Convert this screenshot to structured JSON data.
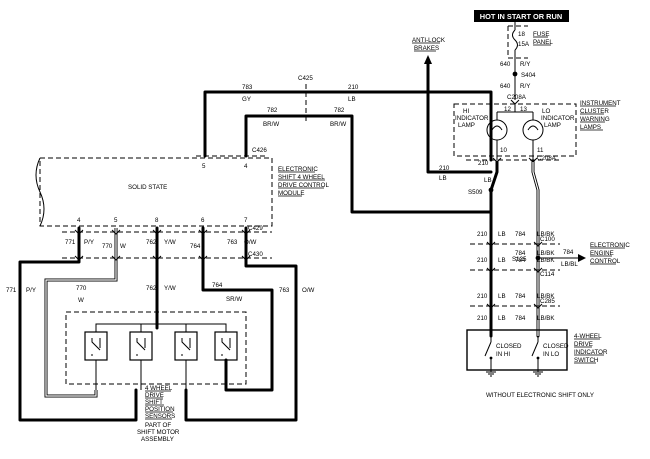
{
  "hot_banner": "HOT IN START OR RUN",
  "fuse": {
    "number": "18",
    "amps": "15A",
    "label_line1": "FUSE",
    "label_line2": "PANEL"
  },
  "wires_top": {
    "w640a": "640",
    "ry_a": "R/Y",
    "splice_s404": "S404",
    "w640b": "640",
    "ry_b": "R/Y",
    "conn_c208a_top": "C208A"
  },
  "anti_lock": {
    "line1": "ANTI-LOCK",
    "line2": "BRAKES"
  },
  "cluster": {
    "label_line1": "INSTRUMENT",
    "label_line2": "CLUSTER",
    "label_line3": "WARNING",
    "label_line4": "LAMPS",
    "hi_line1": "HI",
    "hi_line2": "INDICATOR",
    "hi_line3": "LAMP",
    "lo_line1": "LO",
    "lo_line2": "INDICATOR",
    "lo_line3": "LAMP",
    "pin12": "12",
    "pin13": "13",
    "pin10": "10",
    "pin11": "11",
    "conn_c208a_bottom": "C208A"
  },
  "harness": {
    "c425": "C425",
    "w783": "783",
    "gy": "GY",
    "w210_top": "210",
    "lb_top": "LB",
    "w782a": "782",
    "brw_a": "BR/W",
    "w782b": "782",
    "brw_b": "BR/W",
    "c426": "C426",
    "pin5_top": "5",
    "pin4_top": "4"
  },
  "module": {
    "label": "SOLID STATE",
    "name_line1": "ELECTRONIC",
    "name_line2": "SHIFT 4 WHEEL",
    "name_line3": "DRIVE CONTROL",
    "name_line4": "MODULE",
    "pins_bottom": [
      "4",
      "5",
      "8",
      "6",
      "7"
    ]
  },
  "bottom_wires": {
    "c429": "C429",
    "c430": "C430",
    "w771": "771",
    "py": "P/Y",
    "w770": "770",
    "w_color": "W",
    "w762": "762",
    "yw": "Y/W",
    "w764": "764",
    "w763": "763",
    "ow": "O/W",
    "w771_left": "771",
    "py_left": "P/Y",
    "w770_low": "770",
    "w_low": "W",
    "w762_low": "762",
    "yw_low": "Y/W",
    "w764_low": "764",
    "srw": "SR/W",
    "w763_right": "763",
    "ow_right": "O/W"
  },
  "sensors": {
    "line1": "4 WHEEL",
    "line2": "DRIVE",
    "line3": "SHIFT",
    "line4": "POSITION",
    "line5": "SENSORS",
    "line6": "PART OF",
    "line7": "SHIFT MOTOR",
    "line8": "ASSEMBLY"
  },
  "right_wires": {
    "w210_lb_left": "210",
    "lb_left": "LB",
    "lb_mid": "LB",
    "w210_mid": "210",
    "s509": "S509",
    "w210_r1": "210",
    "lb_r1": "LB",
    "w784_r1": "784",
    "lbbk_r1": "LB/BK",
    "c100": "C100",
    "w784_r2": "784",
    "lbbk_r2": "LB/BK",
    "w784_side": "784",
    "w210_r2": "210",
    "lb_r2": "LB",
    "s125": "S125",
    "w784_r3": "784",
    "lbbk_r3": "LB/BK",
    "lbbl": "LB/BL",
    "c114": "C114",
    "w210_r3": "210",
    "lb_r3": "LB",
    "w784_r4": "784",
    "lbbk_r4": "LB/BK",
    "c285": "C285",
    "w210_r4": "210",
    "lb_r4": "LB",
    "w784_r5": "784",
    "lbbk_r5": "LB/BK"
  },
  "eec": {
    "line1": "ELECTRONIC",
    "line2": "ENGINE",
    "line3": "CONTROL"
  },
  "switch": {
    "hi_line1": "CLOSED",
    "hi_line2": "IN HI",
    "lo_line1": "CLOSED",
    "lo_line2": "IN LO",
    "name_line1": "4-WHEEL",
    "name_line2": "DRIVE",
    "name_line3": "INDICATOR",
    "name_line4": "SWITCH"
  },
  "footnote": "WITHOUT ELECTRONIC SHIFT ONLY"
}
